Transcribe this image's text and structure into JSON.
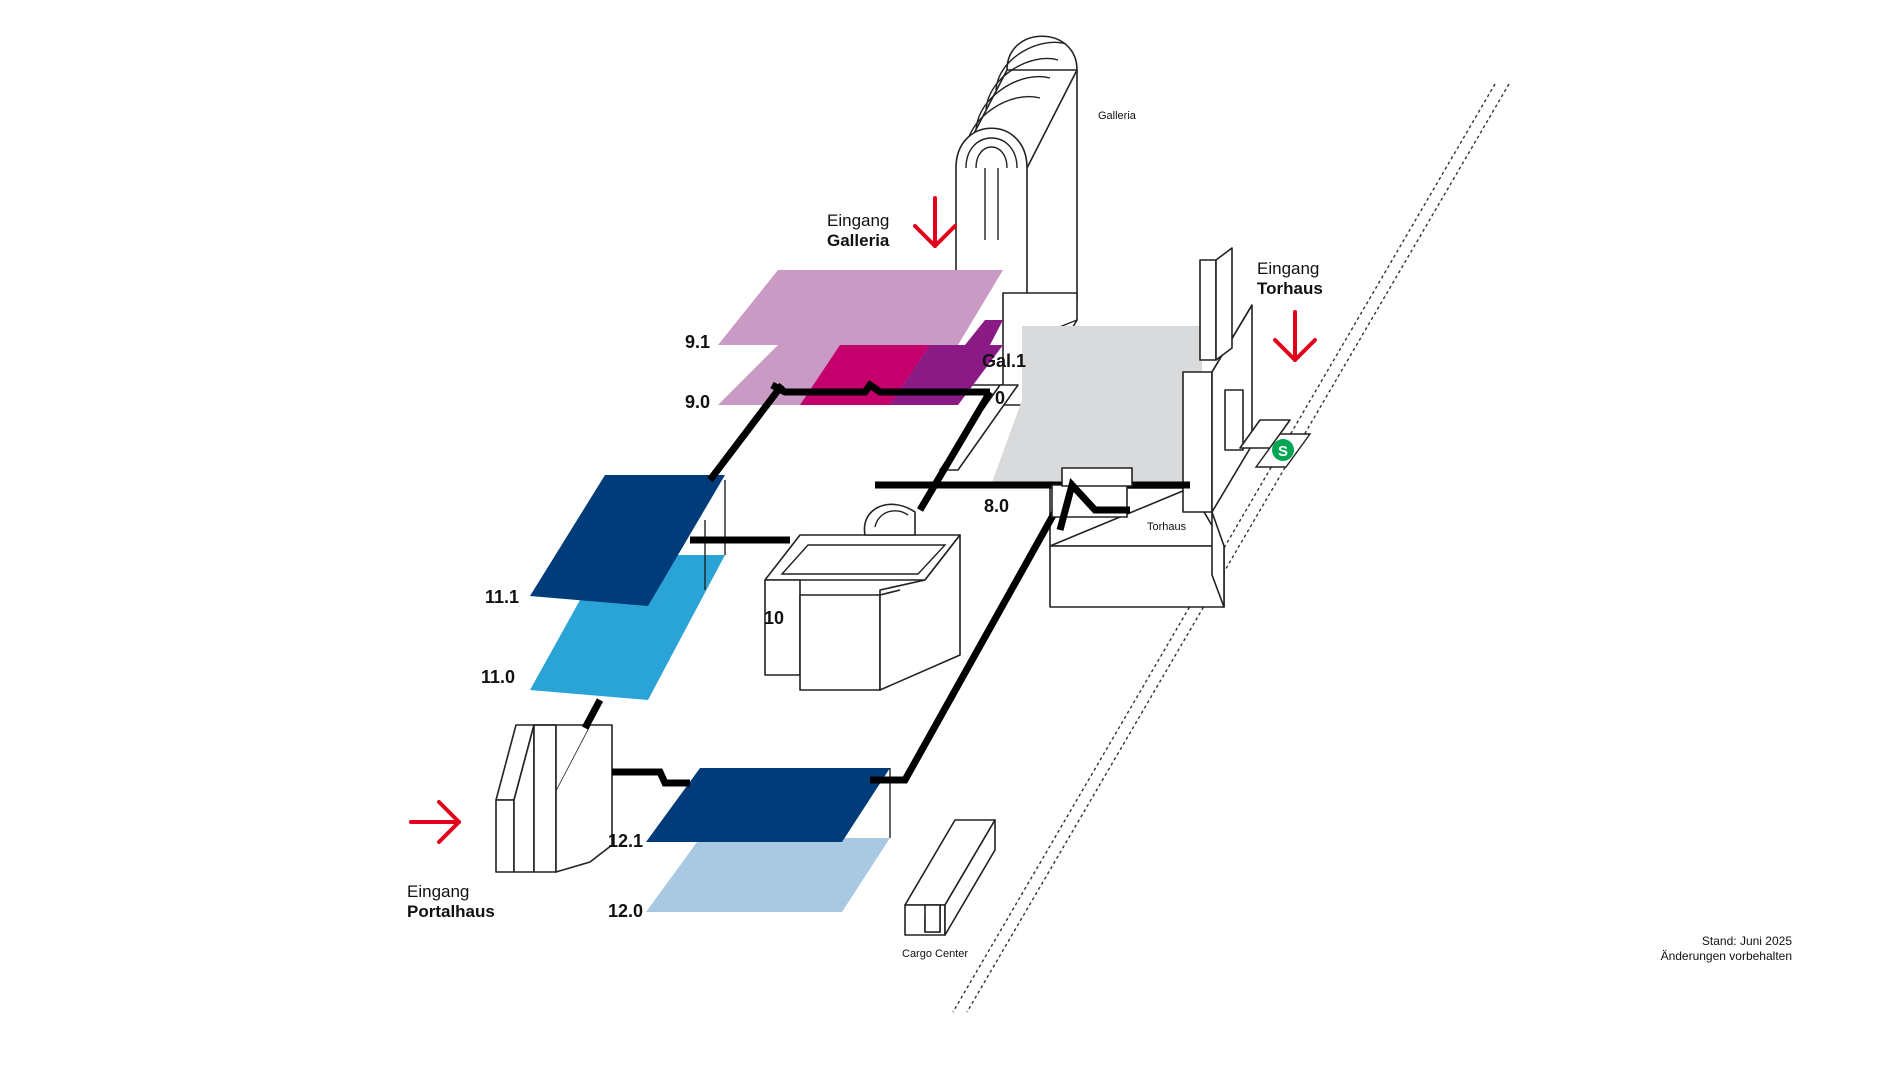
{
  "halls": {
    "h9_1": "9.1",
    "h9_0": "9.0",
    "gal_1": "Gal.1",
    "gal_0": "0",
    "h8_0": "8.0",
    "h10": "10",
    "h11_1": "11.1",
    "h11_0": "11.0",
    "h12_1": "12.1",
    "h12_0": "12.0"
  },
  "buildings": {
    "galleria": "Galleria",
    "torhaus": "Torhaus",
    "cargo_center": "Cargo Center",
    "sbahn_symbol": "S"
  },
  "entrances": {
    "galleria": {
      "line1": "Eingang",
      "line2": "Galleria"
    },
    "torhaus": {
      "line1": "Eingang",
      "line2": "Torhaus"
    },
    "portalhaus": {
      "line1": "Eingang",
      "line2": "Portalhaus"
    }
  },
  "note": {
    "line1": "Stand: Juni 2025",
    "line2": "Änderungen vorbehalten"
  },
  "colors": {
    "hall_9_light": "#c99ac4",
    "hall_9_magenta": "#c4006c",
    "hall_9_purple": "#8a1a84",
    "hall_11_1": "#003b7a",
    "hall_11_0": "#2aa3d6",
    "hall_12_1": "#003b7a",
    "hall_12_0": "#a9c9e3",
    "hall_8": "#d9dadb",
    "connection_path": "#000000",
    "entrance_arrow": "#e2001a",
    "sbahn": "#00a651"
  },
  "icons": [
    "entrance-arrow-icon",
    "sbahn-icon"
  ]
}
